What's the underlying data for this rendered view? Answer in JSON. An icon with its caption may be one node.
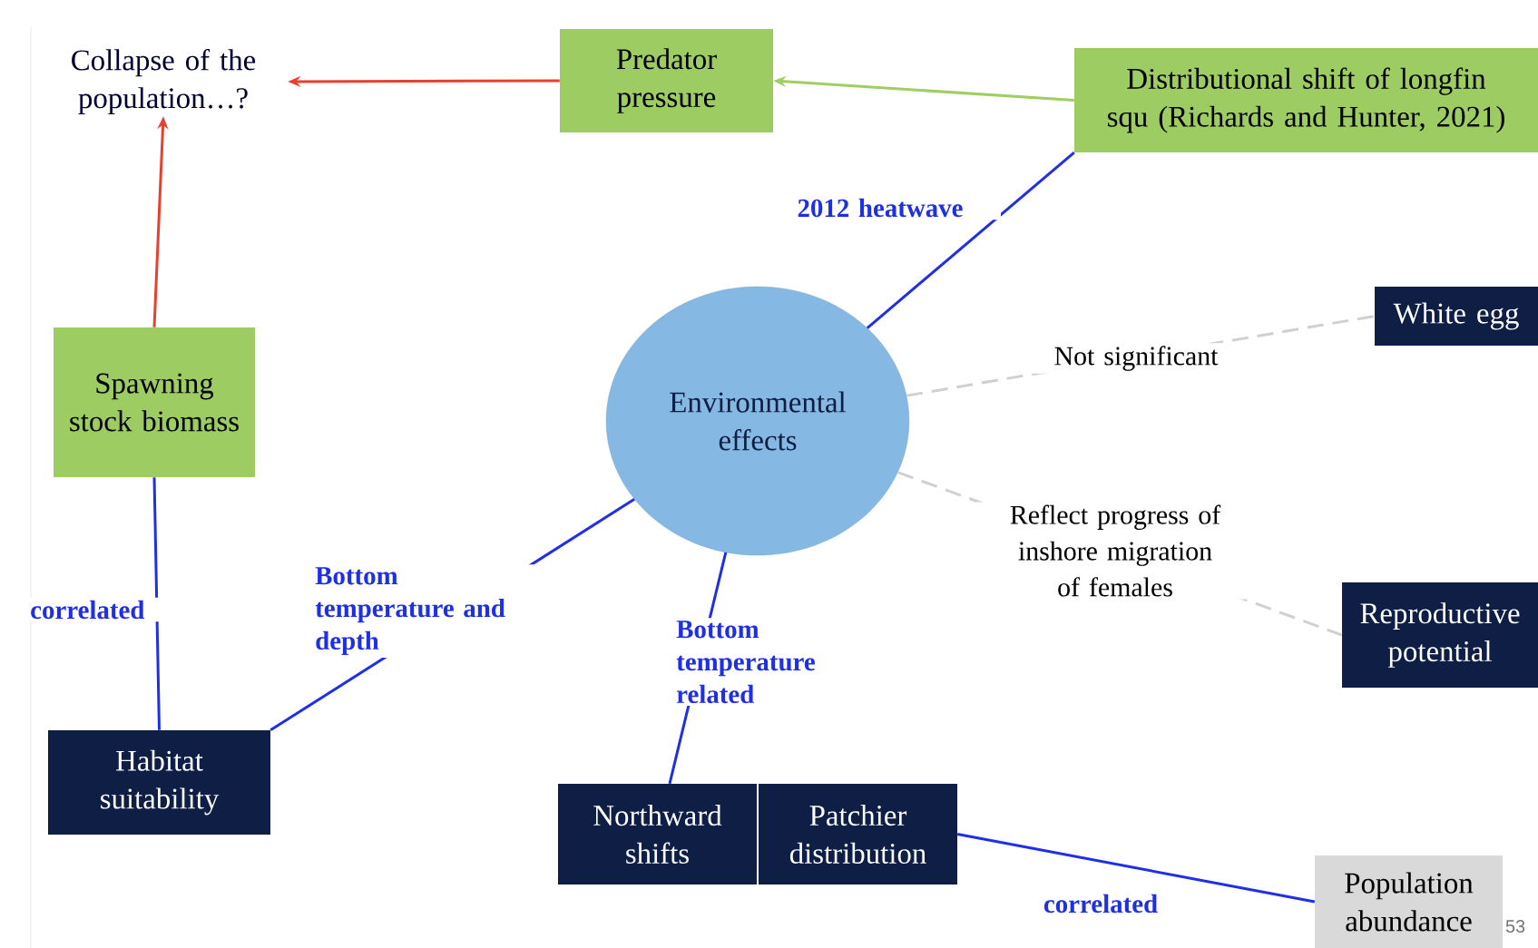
{
  "diagram": {
    "nodes": [
      {
        "text": [
          "Collapse of the population…?"
        ]
      },
      {
        "text": [
          "Predator pressure"
        ]
      },
      {
        "text": [
          "Distributional shift of longfin squ (Richards and Hunter, 2021)"
        ]
      },
      {
        "text": [
          "Spawning stock biomass"
        ]
      },
      {
        "text": [
          "Environmental effects"
        ]
      },
      {
        "text": [
          "White egg"
        ]
      },
      {
        "text": [
          "Reproductive potential"
        ]
      },
      {
        "text": [
          "Habitat suitability"
        ]
      },
      {
        "text": [
          "Northward shifts"
        ]
      },
      {
        "text": [
          "Patchier distribution"
        ]
      },
      {
        "text": [
          "Population abundance"
        ]
      }
    ],
    "edges": [
      {
        "from": 1,
        "to": 0,
        "arrow": "to",
        "color": "#e8402e"
      },
      {
        "from": 2,
        "to": 1,
        "arrow": "to",
        "color": "#9fce63"
      },
      {
        "from": 3,
        "to": 0,
        "arrow": "to",
        "color": "#e8402e"
      },
      {
        "from": 7,
        "to": 3,
        "arrow": "none",
        "label": "correlated"
      },
      {
        "from": 7,
        "to": 4,
        "arrow": "none",
        "label": "Bottom temperature and depth"
      },
      {
        "from": 8,
        "to": 4,
        "arrow": "none",
        "label": "Bottom temperature related"
      },
      {
        "from": 4,
        "to": 2,
        "arrow": "none",
        "label": "2012 heatwave"
      },
      {
        "from": 4,
        "to": 5,
        "arrow": "none",
        "style": "dashed",
        "color": "#d0d0d0",
        "label": "Not significant"
      },
      {
        "from": 4,
        "to": 6,
        "arrow": "none",
        "style": "dashed",
        "color": "#d0d0d0",
        "label": "Reflect progress of inshore migration of females"
      },
      {
        "from": 9,
        "to": 10,
        "arrow": "none",
        "label": "correlated"
      }
    ],
    "labels": [
      "53"
    ]
  }
}
